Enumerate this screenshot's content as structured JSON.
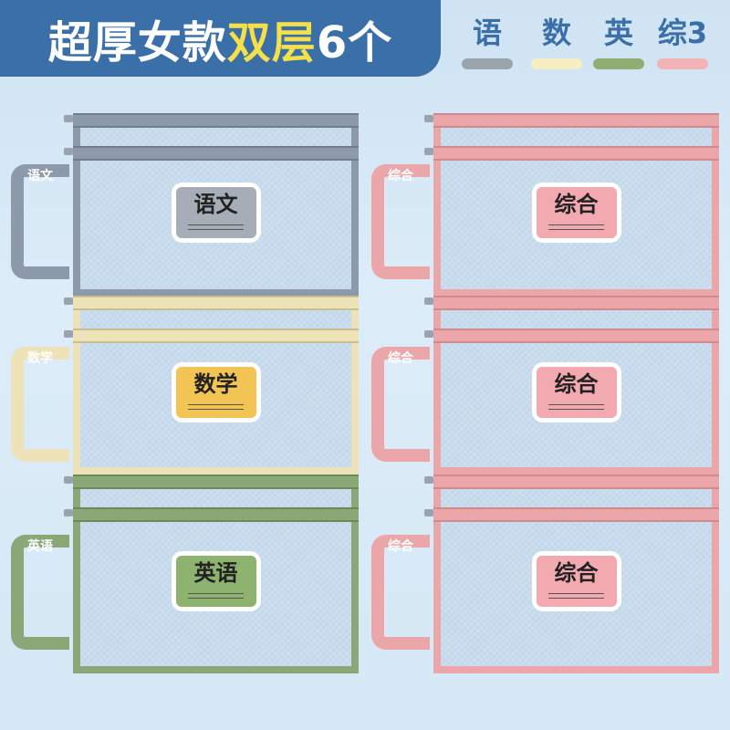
{
  "banner": {
    "title_main": "超厚女款",
    "title_highlight": "双层",
    "title_end": "6个"
  },
  "legend": [
    {
      "label": "语",
      "color": "#9aa4ad"
    },
    {
      "label": "数",
      "color": "#f6efc4"
    },
    {
      "label": "英",
      "color": "#8fae74"
    },
    {
      "label": "综3",
      "color": "#f2b3b7"
    }
  ],
  "bags": [
    {
      "label": "语文",
      "handle_text": "语文",
      "color": "#8d9aab",
      "color_dark": "#6f7d8e",
      "label_color": "#a6adb6"
    },
    {
      "label": "数学",
      "handle_text": "数学",
      "color": "#ede2b8",
      "color_dark": "#cbbf92",
      "label_color": "#f2c453"
    },
    {
      "label": "英语",
      "handle_text": "英语",
      "color": "#8aa877",
      "color_dark": "#6a8a58",
      "label_color": "#8db36f"
    },
    {
      "label": "综合",
      "handle_text": "综合",
      "color": "#eba6aa",
      "color_dark": "#cf8a90",
      "label_color": "#f2aab0"
    },
    {
      "label": "综合",
      "handle_text": "综合",
      "color": "#eba6aa",
      "color_dark": "#cf8a90",
      "label_color": "#f2aab0"
    },
    {
      "label": "综合",
      "handle_text": "综合",
      "color": "#eba6aa",
      "color_dark": "#cf8a90",
      "label_color": "#f2aab0"
    }
  ]
}
